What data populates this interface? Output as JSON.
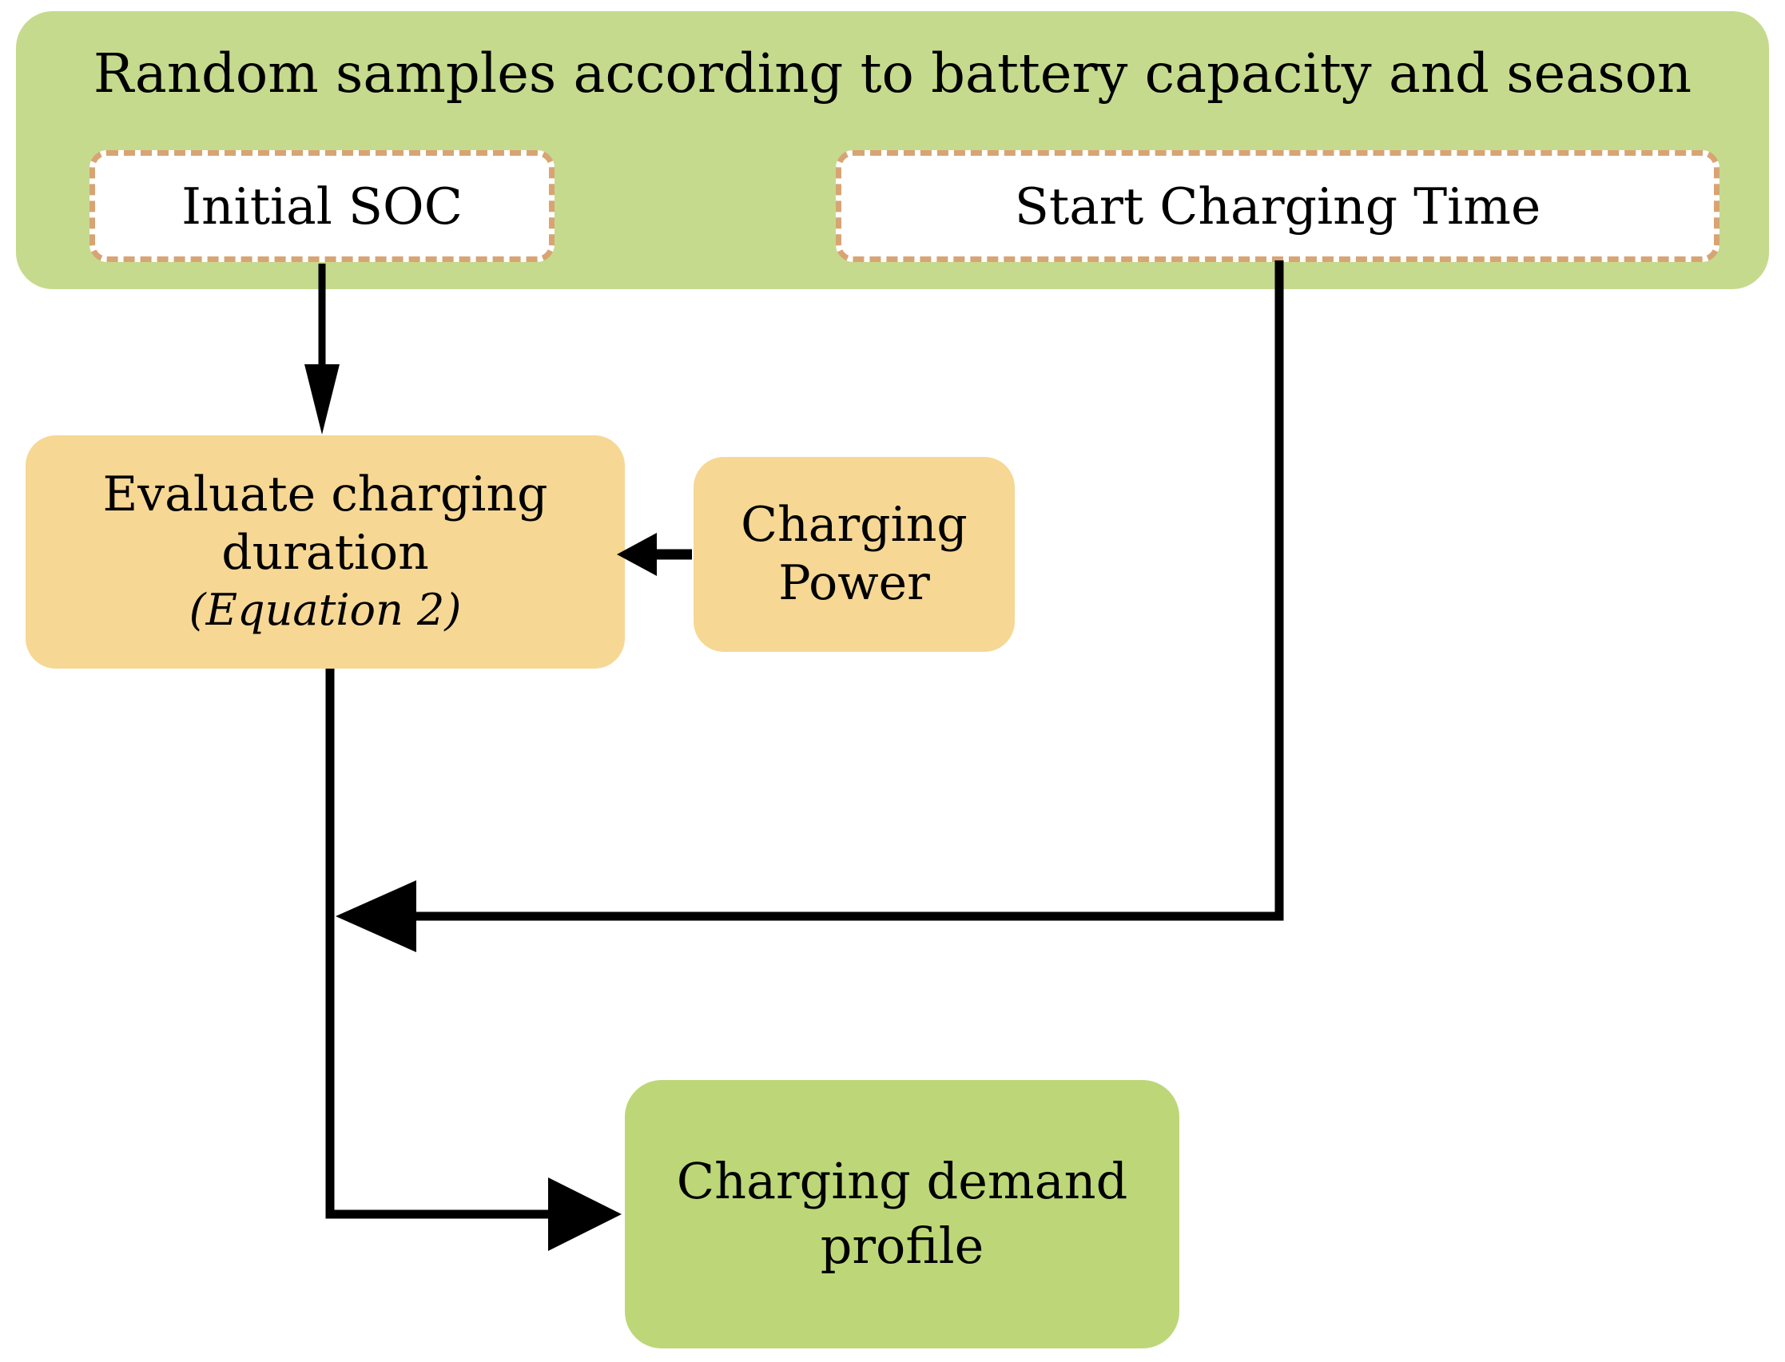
{
  "figure": {
    "title": "Random samples according to battery capacity and season",
    "nodes": {
      "initial_soc": {
        "label": "Initial SOC"
      },
      "start_charging_time": {
        "label": "Start Charging Time"
      },
      "evaluate_charging_duration": {
        "line1": "Evaluate charging",
        "line2": "duration",
        "note": "(Equation 2)"
      },
      "charging_power": {
        "line1": "Charging",
        "line2": "Power"
      },
      "charging_demand_profile": {
        "line1": "Charging demand",
        "line2": "profile"
      }
    },
    "edges": [
      {
        "from": "initial_soc",
        "to": "evaluate_charging_duration"
      },
      {
        "from": "charging_power",
        "to": "evaluate_charging_duration"
      },
      {
        "from": "start_charging_time",
        "to": "charging_demand_profile"
      },
      {
        "from": "evaluate_charging_duration",
        "to": "charging_demand_profile"
      }
    ],
    "colors": {
      "header_green": "#c6da8e",
      "output_green": "#bdd778",
      "process_orange": "#f6d794",
      "dashed_border": "#d8a474",
      "arrow_black": "#000000"
    }
  }
}
